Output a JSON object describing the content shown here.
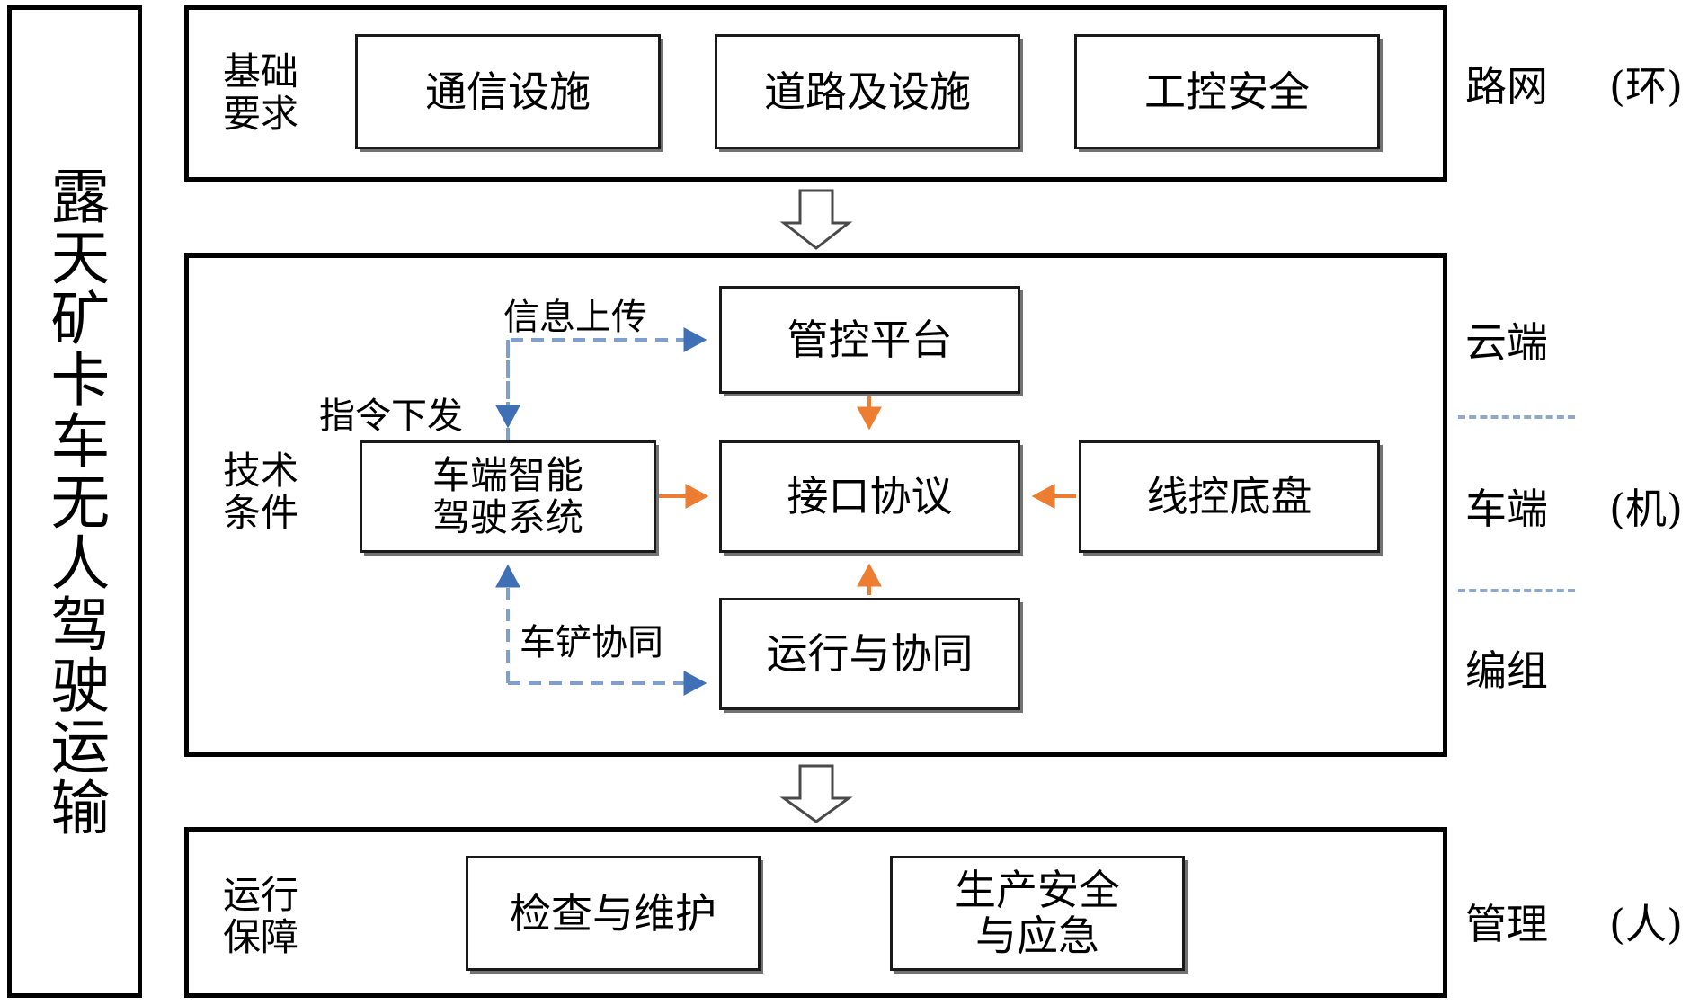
{
  "diagram": {
    "title_vertical": "露天矿卡车无人驾驶运输",
    "colors": {
      "box_border": "#1a1a1a",
      "frame_border": "#000000",
      "orange_arrow": "#ED7D31",
      "blue_dashed_arrow": "#5B89C7",
      "layer_separator": "#8FA8CC",
      "background": "#FFFFFF"
    },
    "sections": [
      {
        "id": "foundation",
        "stage_label": "基础\n要求",
        "right_label": "路网",
        "right_paren": "(环)",
        "nodes": [
          {
            "id": "comm",
            "label": "通信设施"
          },
          {
            "id": "road",
            "label": "道路及设施"
          },
          {
            "id": "ics",
            "label": "工控安全"
          }
        ]
      },
      {
        "id": "technical",
        "stage_label": "技术\n条件",
        "right_labels": [
          {
            "id": "cloud",
            "label": "云端",
            "paren": ""
          },
          {
            "id": "vehicle",
            "label": "车端",
            "paren": "(机)"
          },
          {
            "id": "fleet",
            "label": "编组",
            "paren": ""
          }
        ],
        "nodes": [
          {
            "id": "platform",
            "label": "管控平台"
          },
          {
            "id": "onboard",
            "label": "车端智能\n驾驶系统"
          },
          {
            "id": "interface",
            "label": "接口协议"
          },
          {
            "id": "chassis",
            "label": "线控底盘"
          },
          {
            "id": "operation",
            "label": "运行与协同"
          }
        ],
        "edge_labels": [
          {
            "id": "upload",
            "label": "信息上传"
          },
          {
            "id": "dispatch",
            "label": "指令下发"
          },
          {
            "id": "coop",
            "label": "车铲协同"
          }
        ]
      },
      {
        "id": "assurance",
        "stage_label": "运行\n保障",
        "right_label": "管理",
        "right_paren": "(人)",
        "nodes": [
          {
            "id": "inspect",
            "label": "检查与维护"
          },
          {
            "id": "emergency",
            "label": "生产安全\n与应急"
          }
        ]
      }
    ]
  }
}
